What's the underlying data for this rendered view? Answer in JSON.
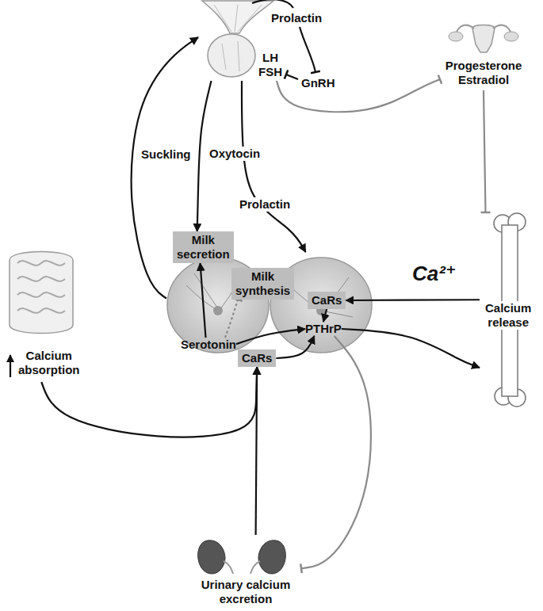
{
  "diagram": {
    "nodes": [
      {
        "text": [
          "LH FSH"
        ]
      },
      {
        "text": [
          "Progesterone Estradiol"
        ]
      },
      {
        "text": [
          "Serotonin"
        ]
      },
      {
        "text": [
          "Milk secretion"
        ],
        "in": 2
      },
      {
        "text": [
          "Milk synthesis"
        ],
        "in": 2
      },
      {
        "text": [
          "PTHrP"
        ]
      },
      {
        "text": [
          "CaRs"
        ],
        "in": 5
      },
      {
        "text": [
          "CaRs"
        ]
      },
      {
        "text": [
          "Calcium release"
        ]
      },
      {
        "text": [
          "Calcium absorption"
        ]
      },
      {
        "text": [
          "Urinary calcium excretion"
        ]
      }
    ],
    "edges": [
      {
        "from": 2,
        "to": 0,
        "label": "Suckling",
        "arrow": "to"
      },
      {
        "from": 0,
        "to": 3,
        "label": "Oxytocin",
        "arrow": "to"
      },
      {
        "from": 0,
        "to": 5,
        "label": "Prolactin",
        "arrow": "to"
      },
      {
        "from": 0,
        "to": 1,
        "arrow": "to"
      },
      {
        "from": 1,
        "to": 8,
        "arrow": "to"
      },
      {
        "from": 8,
        "to": 6,
        "label": "Ca²⁺",
        "arrow": "to"
      },
      {
        "from": 6,
        "to": 5,
        "arrow": "to"
      },
      {
        "from": 2,
        "to": 3,
        "arrow": "to"
      },
      {
        "from": 2,
        "to": 4,
        "arrow": "to"
      },
      {
        "from": 2,
        "to": 5,
        "arrow": "to"
      },
      {
        "from": 7,
        "to": 5,
        "arrow": "to"
      },
      {
        "from": 5,
        "to": 8,
        "arrow": "to"
      },
      {
        "from": 5,
        "to": 10,
        "arrow": "to"
      },
      {
        "from": 9,
        "to": 7,
        "arrow": "to"
      },
      {
        "from": 10,
        "to": 7,
        "arrow": "to"
      }
    ],
    "labels": [
      "Prolactin",
      "GnRH"
    ]
  }
}
